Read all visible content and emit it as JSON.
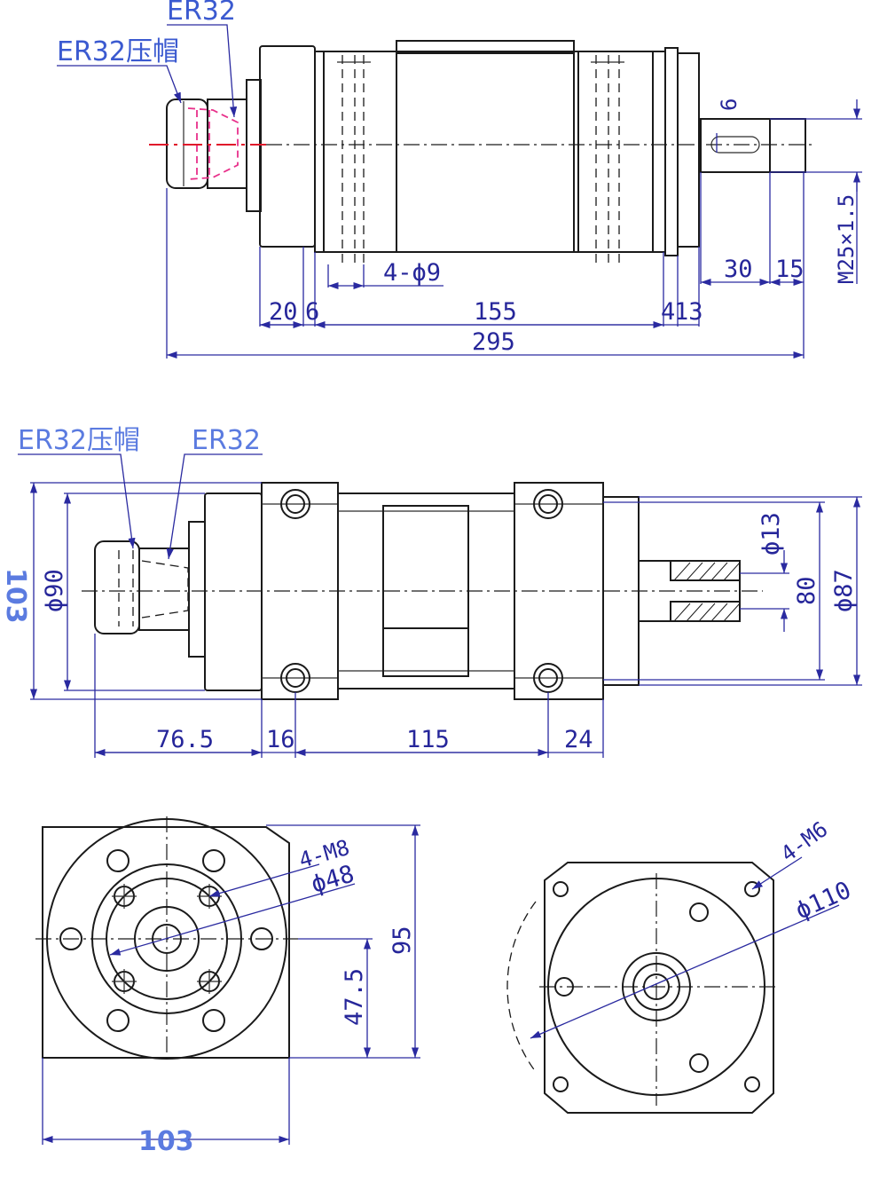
{
  "top_view": {
    "labels": {
      "collet": "ER32",
      "collet_nut": "ER32压帽"
    },
    "dims": {
      "d20": "20",
      "d6": "6",
      "d155": "155",
      "d4": "4",
      "d13": "13",
      "d30": "30",
      "d15": "15",
      "d295": "295",
      "holes": "4-ϕ9",
      "key": "6",
      "thread": "M25×1.5"
    }
  },
  "side_view": {
    "labels": {
      "collet_nut": "ER32压帽",
      "collet": "ER32"
    },
    "dims": {
      "d76_5": "76.5",
      "d16": "16",
      "d115": "115",
      "d24": "24",
      "h103": "103",
      "d90": "ϕ90",
      "d13": "ϕ13",
      "d80": "80",
      "d87": "ϕ87"
    }
  },
  "front_view": {
    "dims": {
      "m8": "4-M8",
      "d48": "ϕ48",
      "h95": "95",
      "h47_5": "47.5",
      "w103": "103"
    }
  },
  "rear_view": {
    "dims": {
      "m6": "4-M6",
      "d110": "ϕ110"
    }
  }
}
